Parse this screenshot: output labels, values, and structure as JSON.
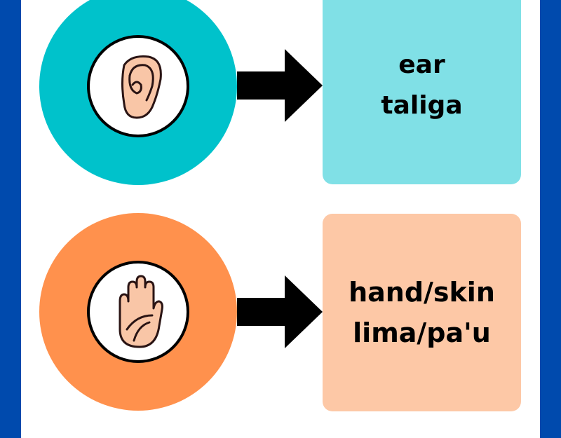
{
  "colors": {
    "frame": "#004AAD",
    "teal": "#00C2CB",
    "teal_light": "#80E0E6",
    "orange": "#FF914D",
    "orange_light": "#FDC8A6"
  },
  "items": [
    {
      "icon": "ear-icon",
      "english": "ear",
      "samoan": "taliga"
    },
    {
      "icon": "hand-icon",
      "english": "hand/skin",
      "samoan": "lima/pa'u"
    }
  ]
}
